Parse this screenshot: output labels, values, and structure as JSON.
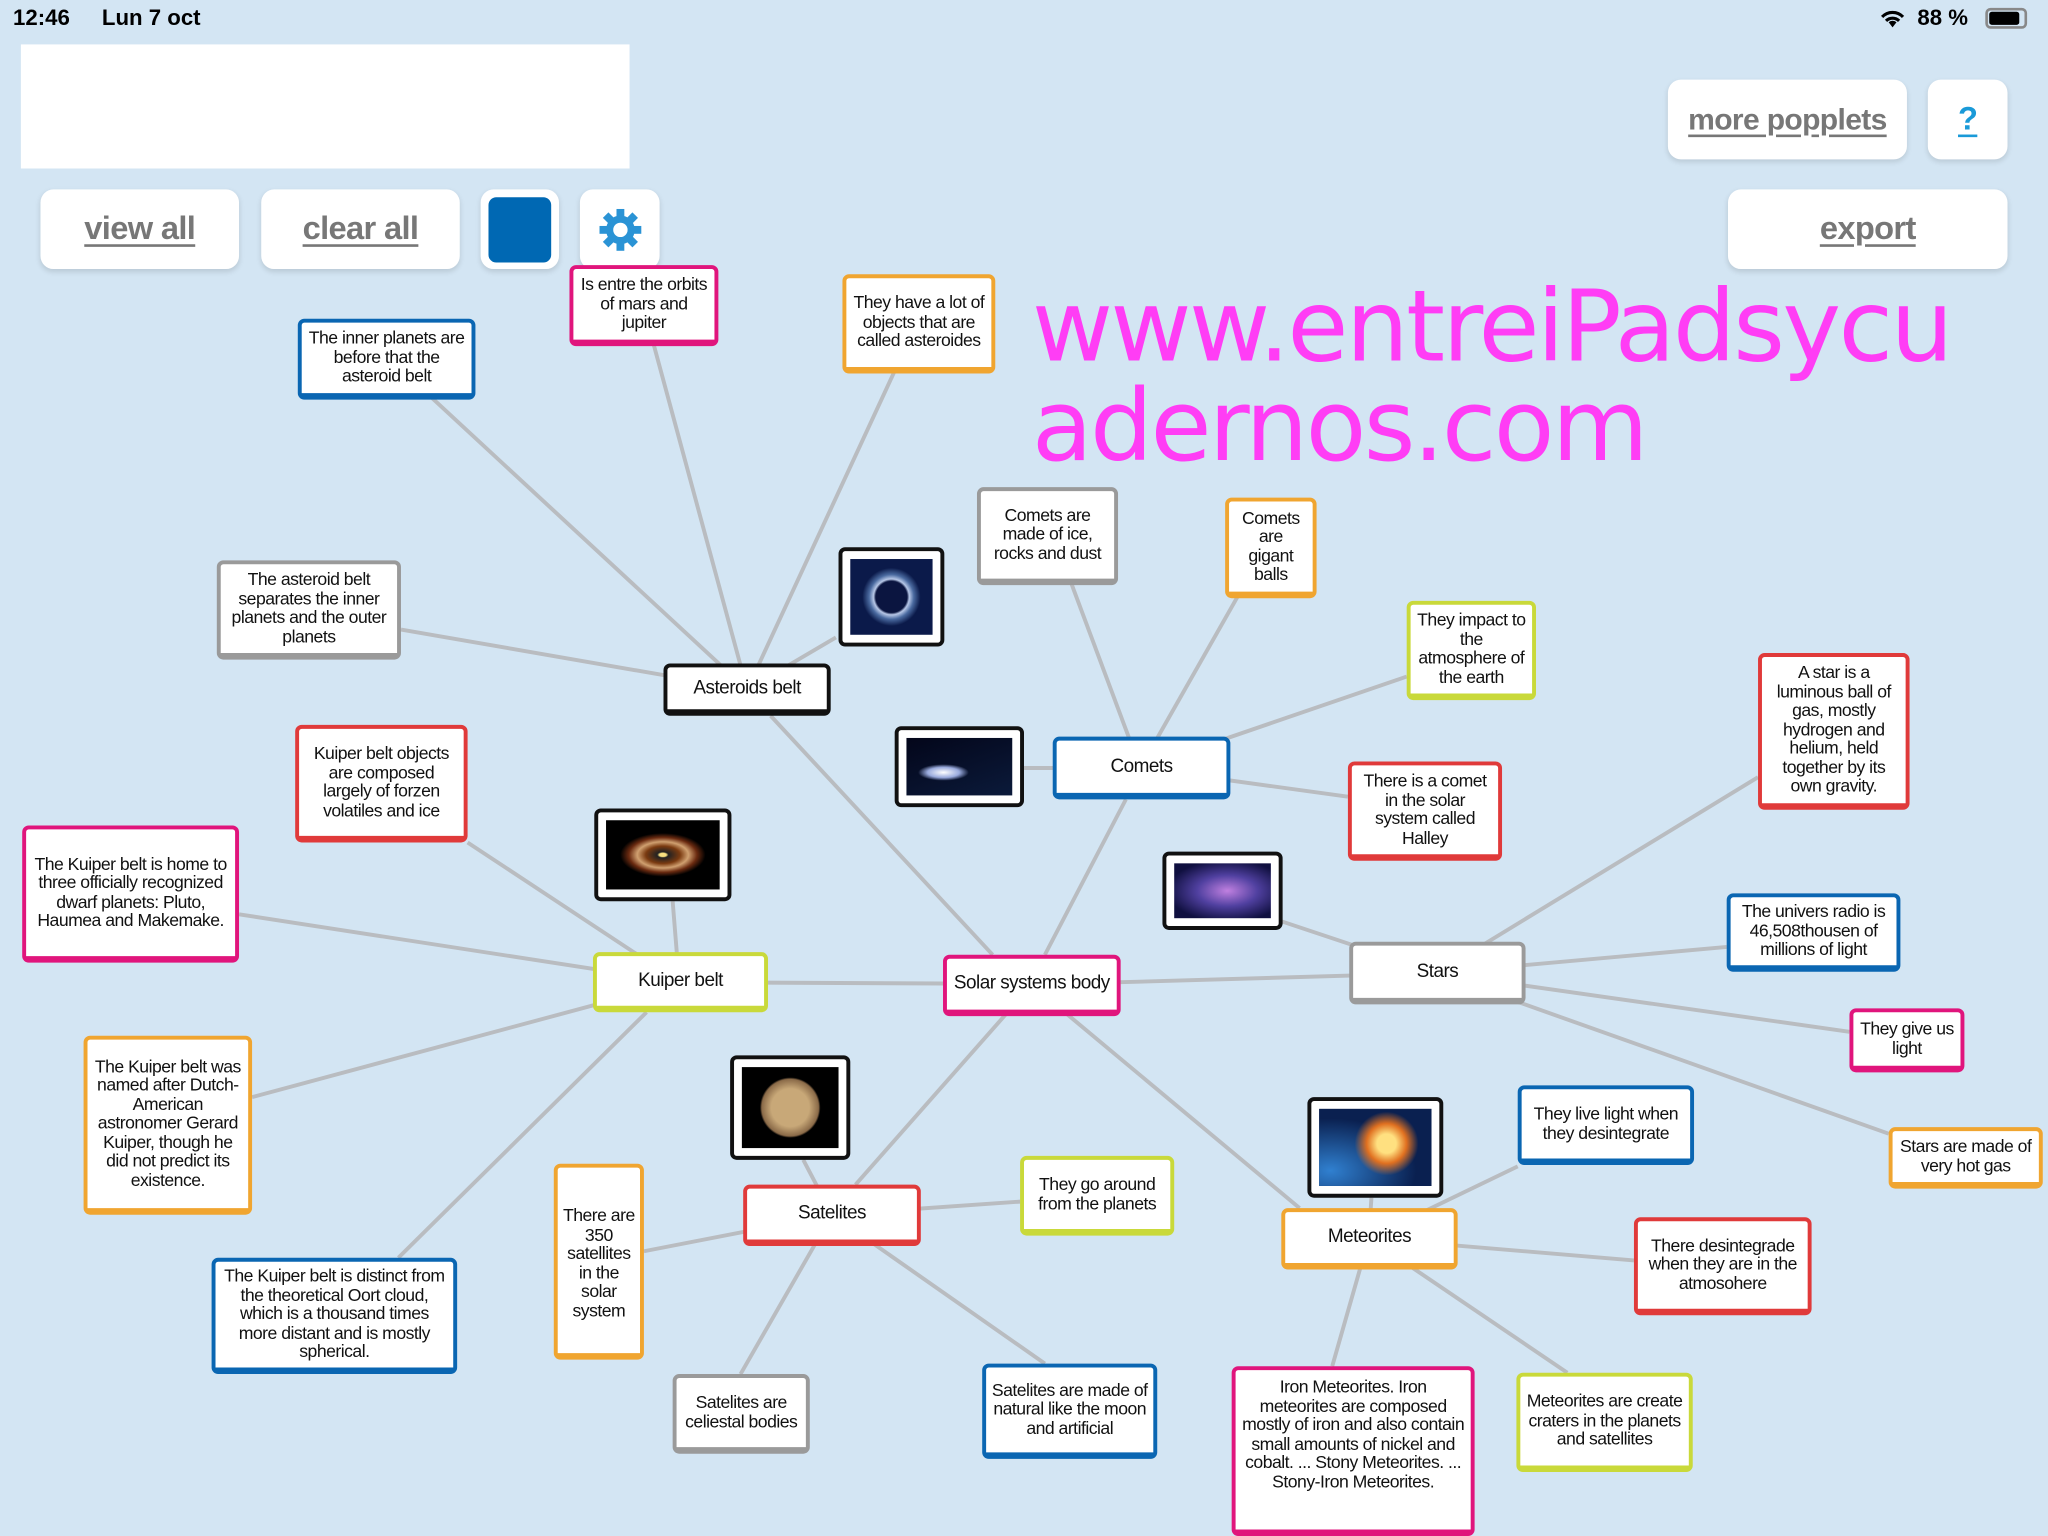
{
  "status_bar": {
    "time": "12:46",
    "date": "Lun 7 oct",
    "battery": "88 %"
  },
  "toolbar": {
    "view_all": "view all",
    "clear_all": "clear all",
    "more_popplets": "more popplets",
    "help": "?",
    "export": "export",
    "color_swatch": "#0068b3"
  },
  "watermark": "www.entreiPadsycuadernos.com",
  "nodes": {
    "asteroids_belt": "Asteroids belt",
    "between_orbits": "Is entre the orbits of mars and jupiter",
    "lot_of_objects": "They have a lot of objects that are called asteroides",
    "inner_planets": "The inner planets are before that the asteroid belt",
    "separates": "The asteroid belt separates the inner planets and the outer planets",
    "comets": "Comets",
    "comets_made": "Comets are made of ice, rocks and dust",
    "comets_gigant": "Comets are gigant balls",
    "impact": "They impact to the atmosphere of the earth",
    "halley": "There is a comet in the solar system called Halley",
    "stars": "Stars",
    "star_def": "A star is a luminous ball of gas, mostly hydrogen and helium, held together by its own gravity.",
    "univers_radio": "The univers radio is 46,508thousen of millions of light",
    "give_light": "They give us light",
    "hot_gas": "Stars are made of very hot gas",
    "solar_body": "Solar systems body",
    "kuiper_belt": "Kuiper belt",
    "kuiper_objects": "Kuiper belt objects are composed largely of forzen volatiles and ice",
    "kuiper_home": "The Kuiper belt is home to three officially recognized dwarf planets: Pluto, Haumea and Makemake.",
    "kuiper_named": "The Kuiper belt was named after Dutch-American astronomer Gerard Kuiper, though he did not predict its existence.",
    "kuiper_distinct": "The Kuiper belt is distinct from the theoretical Oort cloud, which is a thousand times more distant and is mostly spherical.",
    "satelites": "Satelites",
    "sat_350": "There are 350 satellites in the solar system",
    "go_around": "They go around from the planets",
    "celestial": "Satelites are celiestal bodies",
    "natural": "Satelites are made of natural like the moon and artificial",
    "meteorites": "Meteorites",
    "live_light": "They live light when they desintegrate",
    "desintegrade": "There desintegrade when they are in the atmosohere",
    "iron": "Iron Meteorites. Iron meteorites are composed mostly of iron and also contain small amounts of nickel and cobalt. ... Stony Meteorites. ... Stony-Iron Meteorites.",
    "craters": "Meteorites are create craters in the planets and satellites"
  }
}
